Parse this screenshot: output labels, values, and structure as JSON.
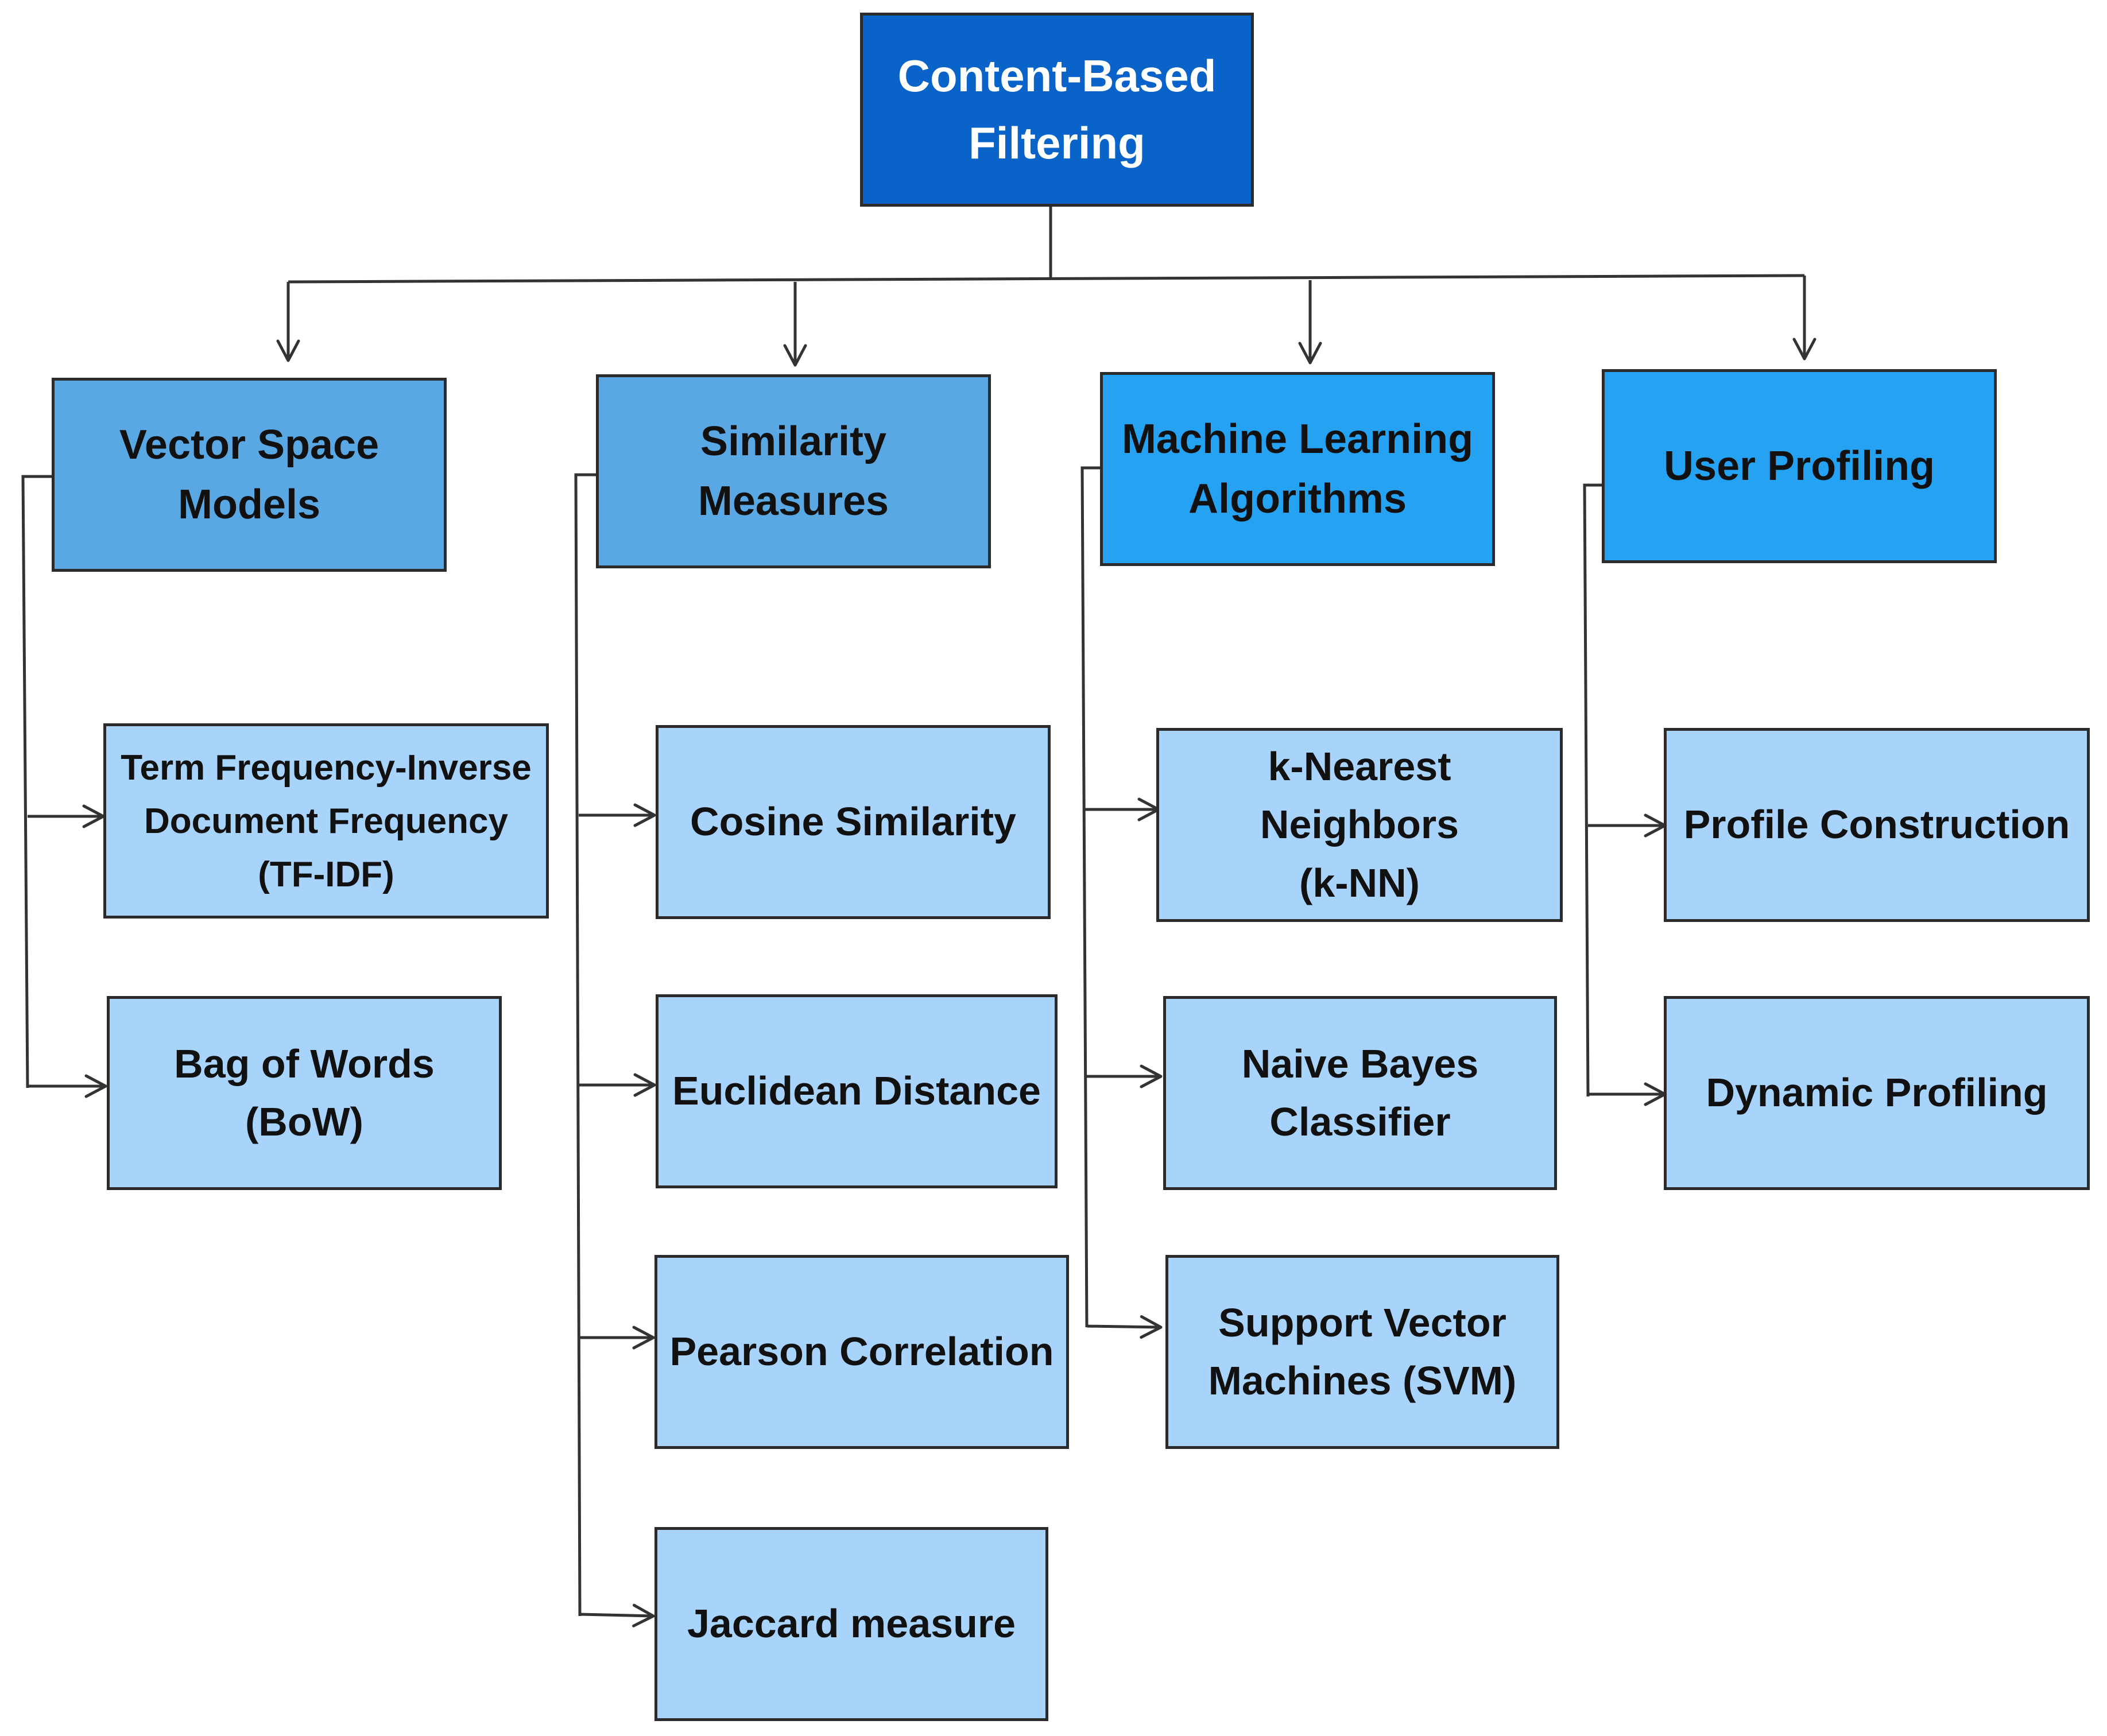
{
  "root": {
    "label_line1": "Content-Based",
    "label_line2": "Filtering"
  },
  "categories": {
    "vector_space": {
      "line1": "Vector Space",
      "line2": "Models"
    },
    "similarity": {
      "line1": "Similarity",
      "line2": "Measures"
    },
    "ml": {
      "line1": "Machine Learning",
      "line2": "Algorithms"
    },
    "profiling": {
      "line1": "User Profiling"
    }
  },
  "leaves": {
    "tfidf": {
      "line1": "Term Frequency-Inverse",
      "line2": "Document Frequency",
      "line3": "(TF-IDF)"
    },
    "bow": {
      "line1": "Bag of Words",
      "line2": "(BoW)"
    },
    "cosine": {
      "line1": "Cosine Similarity"
    },
    "euclidean": {
      "line1": "Euclidean Distance"
    },
    "pearson": {
      "line1": "Pearson Correlation"
    },
    "jaccard": {
      "line1": "Jaccard measure"
    },
    "knn": {
      "line1": "k-Nearest Neighbors",
      "line2": "(k-NN)"
    },
    "naive_bayes": {
      "line1": "Naive Bayes",
      "line2": "Classifier"
    },
    "svm": {
      "line1": "Support Vector",
      "line2": "Machines (SVM)"
    },
    "profile_construction": {
      "line1": "Profile Construction"
    },
    "dynamic_profiling": {
      "line1": "Dynamic Profiling"
    }
  },
  "colors": {
    "root_fill": "#0a63c9",
    "category_fill_muted": "#5aa8e3",
    "category_fill_bright": "#25a2f2",
    "leaf_fill": "#a8d4fc",
    "border": "#2b2b2b",
    "connector": "#333333"
  }
}
